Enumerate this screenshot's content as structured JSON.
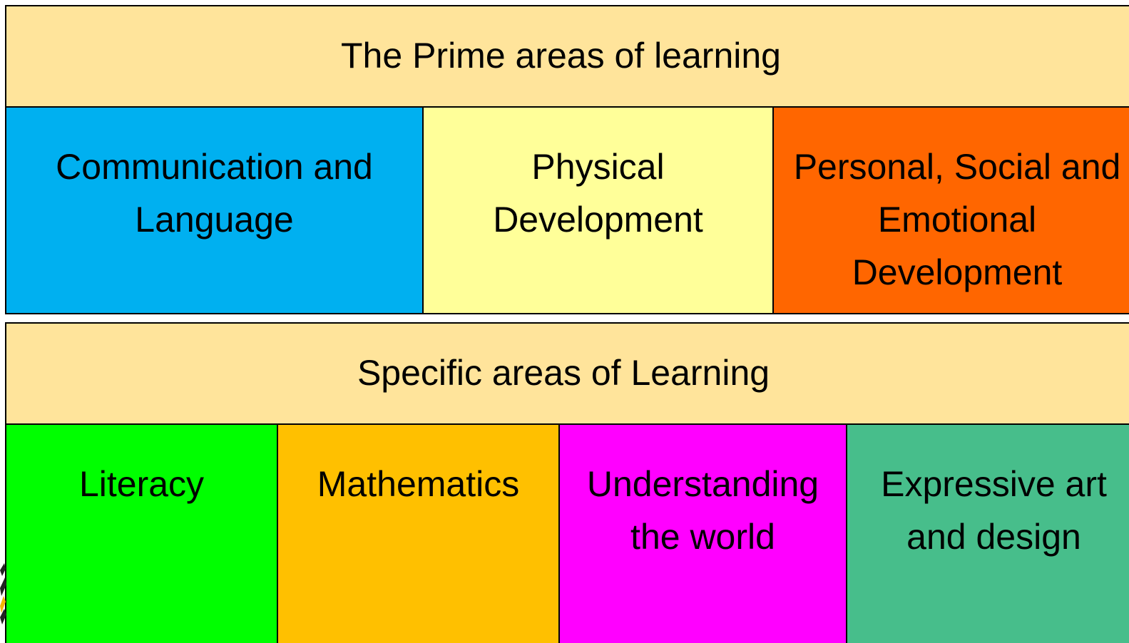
{
  "colors": {
    "header_background": "#FFE49B",
    "communication_and_language": "#00B0F0",
    "physical_development": "#FFFF99",
    "personal_social_emotional": "#FF6600",
    "literacy": "#00FF00",
    "mathematics": "#FFC000",
    "understanding_the_world": "#FF00FF",
    "expressive_art_and_design": "#47BE8B",
    "border": "#000000"
  },
  "prime": {
    "title": "The Prime areas of learning",
    "areas": [
      {
        "label": "Communication and Language"
      },
      {
        "label": "Physical Development"
      },
      {
        "label": "Personal, Social and Emotional Development"
      }
    ]
  },
  "specific": {
    "title": "Specific areas of Learning",
    "areas": [
      {
        "label": "Literacy"
      },
      {
        "label": "Mathematics"
      },
      {
        "label": "Understanding the world"
      },
      {
        "label": "Expressive art and design"
      }
    ]
  }
}
